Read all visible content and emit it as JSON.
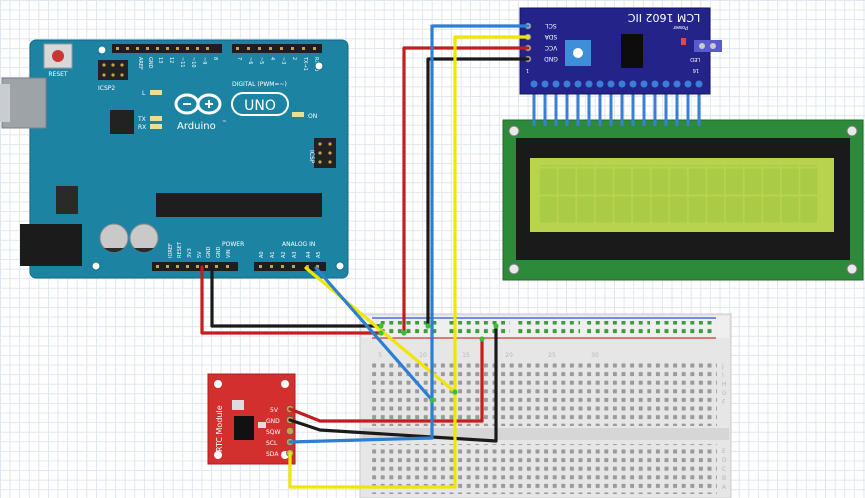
{
  "arduino": {
    "reset_label": "RESET",
    "icsp2_label": "ICSP2",
    "brand_text": "Arduino",
    "model_text": "UNO",
    "trademark": "™",
    "digital_label": "DIGITAL (PWM=~)",
    "on_label": "ON",
    "icsp_label": "ICSP",
    "power_label": "POWER",
    "analog_label": "ANALOG IN",
    "led_labels": [
      "L",
      "TX",
      "RX"
    ],
    "top_pin_labels": [
      "AREF",
      "GND",
      "13",
      "12",
      "~11",
      "~10",
      "~9",
      "8",
      "7",
      "~6",
      "~5",
      "4",
      "~3",
      "2",
      "TX→1",
      "RX←0"
    ],
    "power_pin_labels": [
      "IOREF",
      "RESET",
      "3V3",
      "5V",
      "GND",
      "GND",
      "VIN"
    ],
    "analog_pin_labels": [
      "A0",
      "A1",
      "A2",
      "A3",
      "A4",
      "A5"
    ]
  },
  "lcd_backpack": {
    "title": "LCM 1602 IIC",
    "power_label": "Power",
    "led_label": "LED",
    "pin_labels": [
      "SCL",
      "SDA",
      "VCC",
      "GND"
    ],
    "pin_num_start": "1",
    "pin_num_end": "16"
  },
  "rtc": {
    "title": "RTC Module",
    "pin_labels": [
      "5V",
      "GND",
      "SQW",
      "SCL",
      "SDA"
    ]
  },
  "breadboard": {
    "column_numbers": [
      "5",
      "10",
      "15",
      "20",
      "25",
      "30"
    ],
    "row_letters": [
      "J",
      "I",
      "H",
      "G",
      "F",
      "E",
      "D",
      "C",
      "B",
      "A"
    ]
  },
  "wire_colors": {
    "power": "#c11f1f",
    "ground": "#1a1a1a",
    "sda": "#f2e500",
    "scl": "#2c7fd1"
  },
  "colors": {
    "arduino_board": "#1c83a3",
    "lcd_pcb": "#2c8a3a",
    "lcd_screen": "#b8d44f",
    "backpack_pcb": "#23238a",
    "rtc_pcb": "#d42f2f"
  }
}
